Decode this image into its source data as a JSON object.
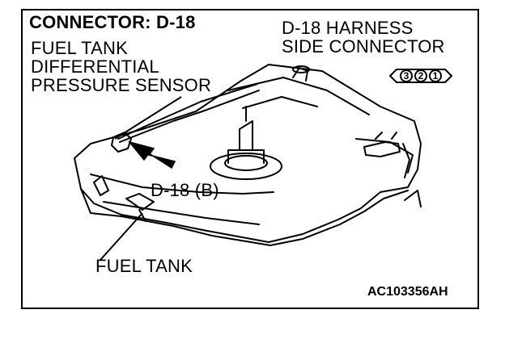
{
  "figure": {
    "header": "CONNECTOR: D-18",
    "sensor_label": "FUEL TANK\nDIFFERENTIAL\nPRESSURE SENSOR",
    "harness_label": "D-18 HARNESS\nSIDE CONNECTOR",
    "connector_callout": "D-18 (B)",
    "tank_label": "FUEL TANK",
    "figure_code": "AC103356AH",
    "pins": [
      "3",
      "2",
      "1"
    ]
  }
}
